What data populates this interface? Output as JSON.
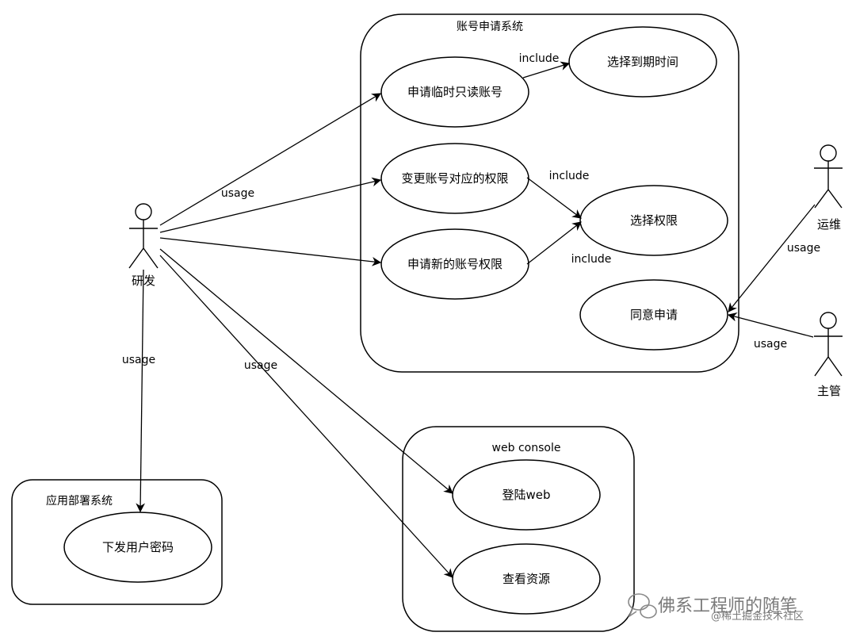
{
  "systems": {
    "account": "账号申请系统",
    "webconsole": "web console",
    "deploy": "应用部署系统"
  },
  "usecases": {
    "temp_readonly": "申请临时只读账号",
    "choose_expiry": "选择到期时间",
    "change_perm": "变更账号对应的权限",
    "choose_perm": "选择权限",
    "new_perm": "申请新的账号权限",
    "approve": "同意申请",
    "login_web": "登陆web",
    "view_resource": "查看资源",
    "send_password": "下发用户密码"
  },
  "actors": {
    "dev": "研发",
    "ops": "运维",
    "manager": "主管"
  },
  "edge_labels": {
    "usage": "usage",
    "include": "include"
  },
  "watermark": {
    "line1": "佛系工程师的随笔",
    "line2": "@稀土掘金技术社区"
  }
}
